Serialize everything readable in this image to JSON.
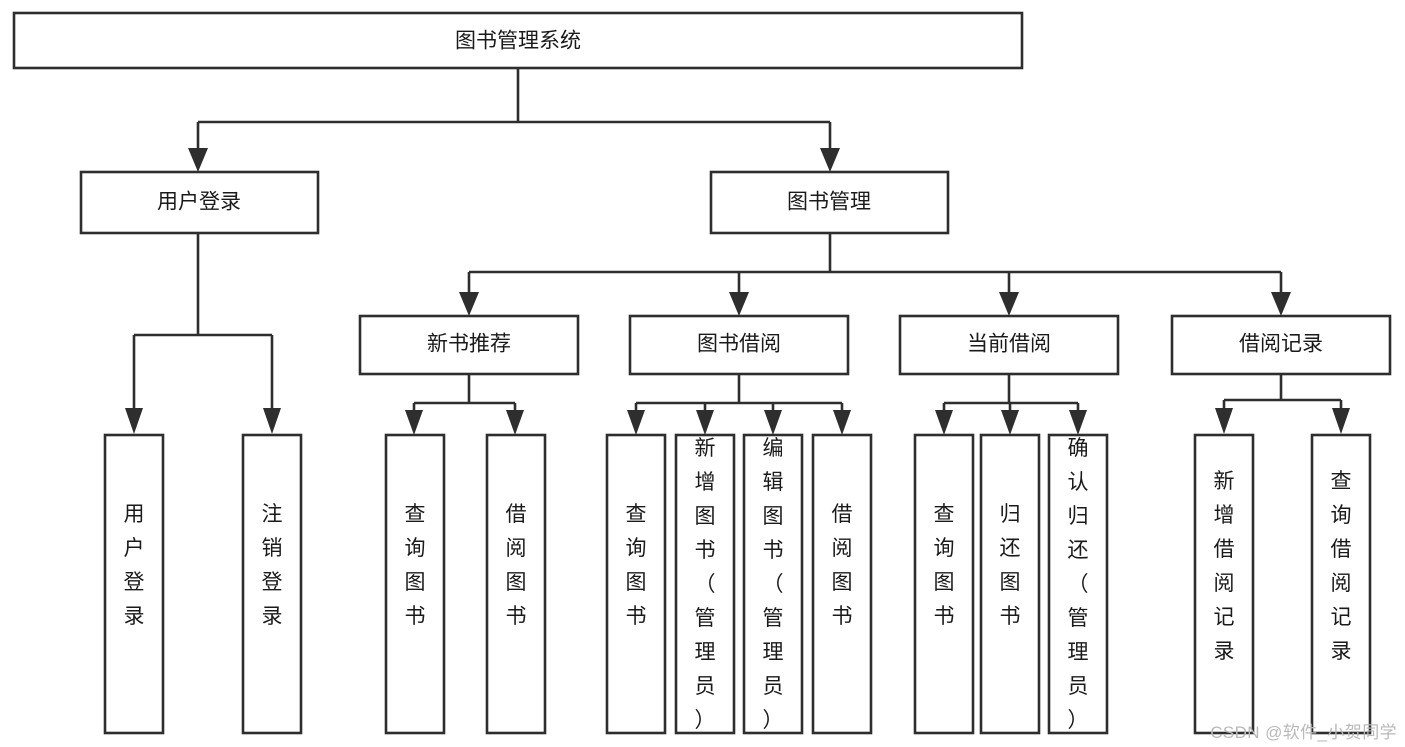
{
  "diagram": {
    "type": "tree-hierarchy-chart",
    "title": "图书管理系统",
    "watermark": "CSDN @软件_小贺同学",
    "colors": {
      "stroke": "#2e2e2e",
      "fill": "#ffffff",
      "text": "#1a1a1a",
      "background": "#ffffff",
      "watermark": "#b9b9b9"
    },
    "levels": [
      {
        "level": 1,
        "orientation": "horizontal",
        "nodes": [
          {
            "id": "root",
            "label": "图书管理系统"
          }
        ]
      },
      {
        "level": 2,
        "orientation": "horizontal",
        "nodes": [
          {
            "id": "login",
            "label": "用户登录",
            "parent": "root"
          },
          {
            "id": "bookmgmt",
            "label": "图书管理",
            "parent": "root"
          }
        ]
      },
      {
        "level": 3,
        "orientation": "horizontal",
        "nodes": [
          {
            "id": "newbook",
            "label": "新书推荐",
            "parent": "bookmgmt"
          },
          {
            "id": "borrow",
            "label": "图书借阅",
            "parent": "bookmgmt"
          },
          {
            "id": "current",
            "label": "当前借阅",
            "parent": "bookmgmt"
          },
          {
            "id": "records",
            "label": "借阅记录",
            "parent": "bookmgmt"
          }
        ]
      },
      {
        "level": 4,
        "orientation": "vertical",
        "nodes": [
          {
            "id": "l1",
            "label": "用户登录",
            "parent": "login"
          },
          {
            "id": "l2",
            "label": "注销登录",
            "parent": "login"
          },
          {
            "id": "l3",
            "label": "查询图书",
            "parent": "newbook"
          },
          {
            "id": "l4",
            "label": "借阅图书",
            "parent": "newbook"
          },
          {
            "id": "l5",
            "label": "查询图书",
            "parent": "borrow"
          },
          {
            "id": "l6",
            "label": "新增图书（管理员）",
            "parent": "borrow"
          },
          {
            "id": "l7",
            "label": "编辑图书（管理员）",
            "parent": "borrow"
          },
          {
            "id": "l8",
            "label": "借阅图书",
            "parent": "borrow"
          },
          {
            "id": "l9",
            "label": "查询图书",
            "parent": "current"
          },
          {
            "id": "l10",
            "label": "归还图书",
            "parent": "current"
          },
          {
            "id": "l11",
            "label": "确认归还（管理员）",
            "parent": "current"
          },
          {
            "id": "l12",
            "label": "新增借阅记录",
            "parent": "records"
          },
          {
            "id": "l13",
            "label": "查询借阅记录",
            "parent": "records"
          }
        ]
      }
    ]
  }
}
